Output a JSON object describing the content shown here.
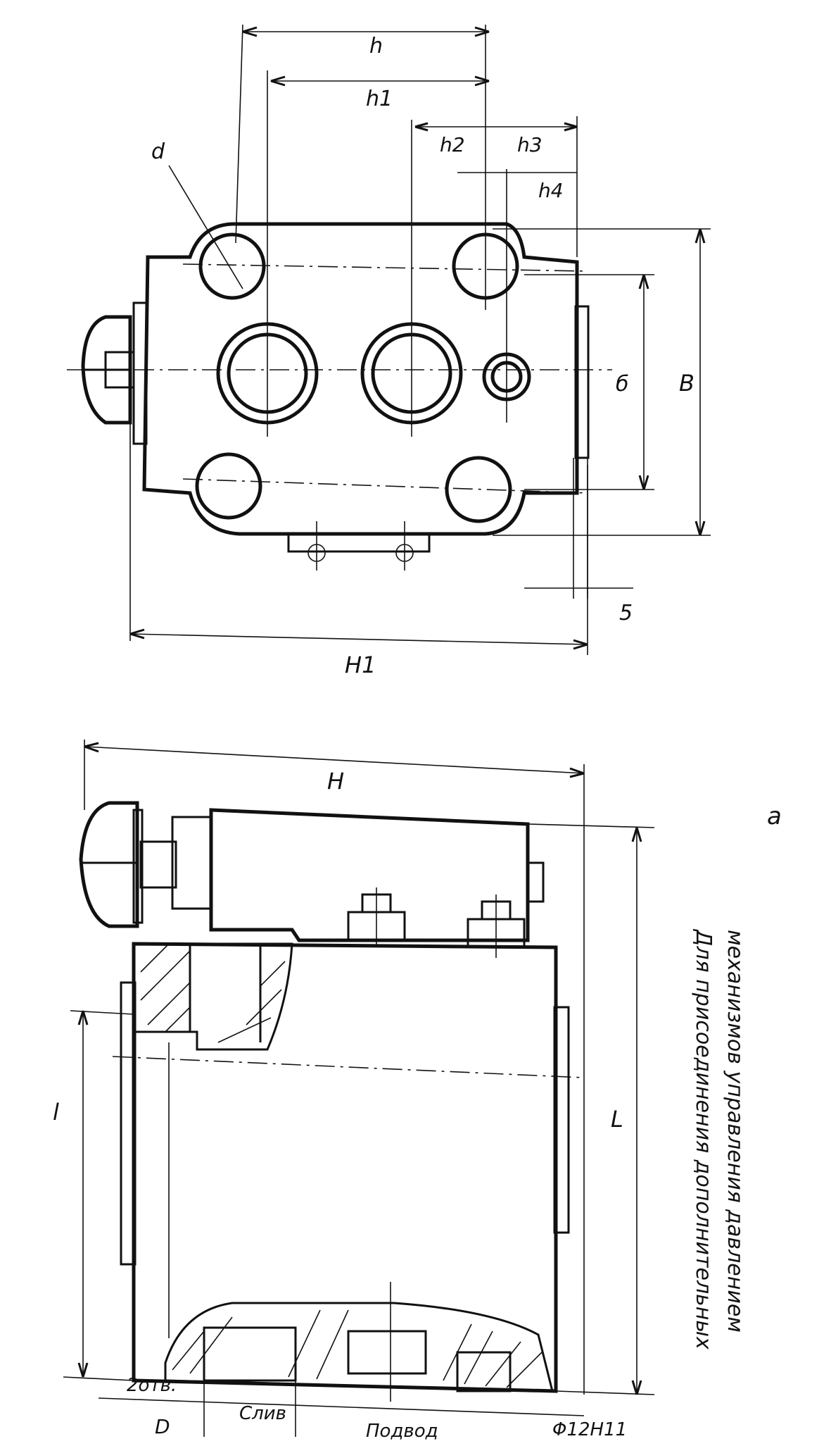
{
  "drawing": {
    "caption_line1": "Для присоединения дополнительных",
    "caption_line2": "механизмов управления давлением",
    "subfigure_label": "а"
  },
  "top_view": {
    "dim_h": "h",
    "dim_h1": "h1",
    "dim_h2": "h2",
    "dim_h3": "h3",
    "dim_h4": "h4",
    "dim_d": "d",
    "dim_b_small": "б",
    "dim_B": "B",
    "dim_5": "5",
    "dim_H1": "H1"
  },
  "side_view": {
    "dim_H": "H",
    "dim_L": "L",
    "dim_l": "l",
    "dim_D": "D",
    "dim_2holes": "2отв.",
    "dim_phi": "Φ12H11",
    "port_drain": "Слив",
    "port_supply": "Подвод"
  }
}
